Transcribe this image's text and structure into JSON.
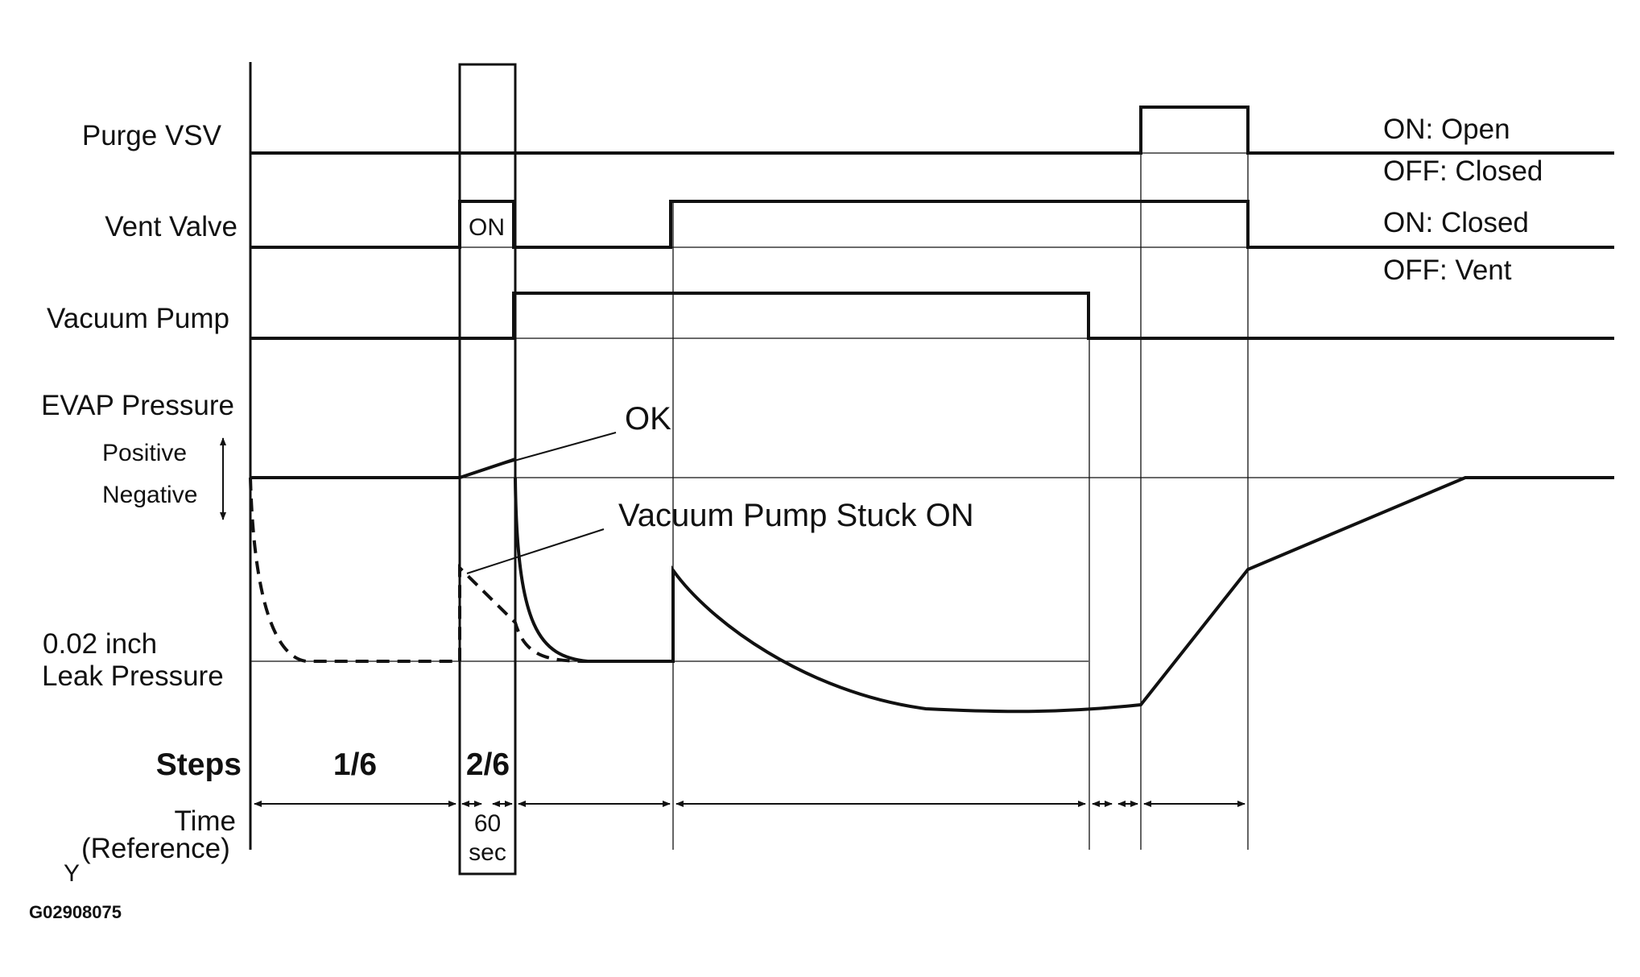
{
  "signals": {
    "purge_vsv": "Purge VSV",
    "vent_valve": "Vent Valve",
    "vacuum_pump": "Vacuum Pump",
    "evap_pressure": "EVAP Pressure"
  },
  "pressure_axis": {
    "positive": "Positive",
    "negative": "Negative",
    "leak_line1": "0.02 inch",
    "leak_line2": "Leak Pressure"
  },
  "states": {
    "purge_on": "ON: Open",
    "purge_off": "OFF: Closed",
    "vent_on": "ON: Closed",
    "vent_off": "OFF: Vent"
  },
  "vent_pulse_label": "ON",
  "annotations": {
    "ok": "OK",
    "stuck": "Vacuum Pump Stuck ON"
  },
  "steps": {
    "label": "Steps",
    "items": [
      "1/6",
      "2/6"
    ]
  },
  "time": {
    "line1": "Time",
    "line2": "(Reference)",
    "duration_value": "60",
    "duration_unit": "sec"
  },
  "corner_mark": "Y",
  "figure_code": "G02908075",
  "colors": {
    "ink": "#111111"
  }
}
